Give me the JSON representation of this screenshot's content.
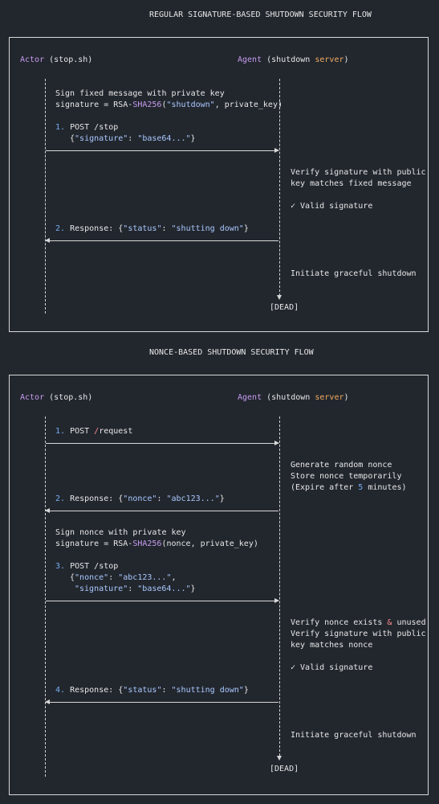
{
  "flow1": {
    "title": "REGULAR SIGNATURE-BASED SHUTDOWN SECURITY FLOW",
    "actor_name": "Actor",
    "actor_file": "(stop.sh)",
    "agent_name": "Agent",
    "agent_paren_open": "(shutdown",
    "agent_server": "server",
    "agent_paren_close": ")",
    "note_sign_l1": "Sign fixed message with private key",
    "note_sign_l2_a": "signature = RSA-",
    "note_sign_l2_b": "SHA256",
    "note_sign_l2_c": "(",
    "note_sign_l2_d": "\"shutdown\"",
    "note_sign_l2_e": ", private_key)",
    "msg1_num": "1.",
    "msg1_text": " POST /stop",
    "msg1_body_a": "{",
    "msg1_body_b": "\"signature\"",
    "msg1_body_c": ": ",
    "msg1_body_d": "\"base64...\"",
    "msg1_body_e": "}",
    "verify_l1": "Verify signature with public",
    "verify_l2": "key matches fixed message",
    "valid": "✓ Valid signature",
    "msg2_num": "2.",
    "msg2_text": " Response: {",
    "msg2_key": "\"status\"",
    "msg2_sep": ": ",
    "msg2_val": "\"shutting down\"",
    "msg2_end": "}",
    "initiate": "Initiate graceful shutdown",
    "dead": "[DEAD]"
  },
  "flow2": {
    "title": "NONCE-BASED SHUTDOWN SECURITY FLOW",
    "actor_name": "Actor",
    "actor_file": "(stop.sh)",
    "agent_name": "Agent",
    "agent_paren_open": "(shutdown",
    "agent_server": "server",
    "agent_paren_close": ")",
    "msg1_num": "1.",
    "msg1_a": " POST ",
    "msg1_b": "/",
    "msg1_c": "request",
    "gen_l1": "Generate random nonce",
    "gen_l2": "Store nonce temporarily",
    "gen_l3_a": "(Expire after ",
    "gen_l3_b": "5",
    "gen_l3_c": " minutes)",
    "msg2_num": "2.",
    "msg2_text": " Response: {",
    "msg2_key": "\"nonce\"",
    "msg2_sep": ": ",
    "msg2_val": "\"abc123...\"",
    "msg2_end": "}",
    "sign_l1": "Sign nonce with private key",
    "sign_l2_a": "signature = RSA-",
    "sign_l2_b": "SHA256",
    "sign_l2_c": "(nonce, private_key)",
    "msg3_num": "3.",
    "msg3_text": " POST /stop",
    "msg3_l2_a": "{",
    "msg3_l2_b": "\"nonce\"",
    "msg3_l2_c": ": ",
    "msg3_l2_d": "\"abc123...\"",
    "msg3_l2_e": ",",
    "msg3_l3_a": "\"signature\"",
    "msg3_l3_b": ": ",
    "msg3_l3_c": "\"base64...\"",
    "msg3_l3_d": "}",
    "verify_l1_a": "Verify nonce exists ",
    "verify_l1_b": "&",
    "verify_l1_c": " unused",
    "verify_l2": "Verify signature with public",
    "verify_l3": "key matches nonce",
    "valid": "✓ Valid signature",
    "msg4_num": "4.",
    "msg4_text": " Response: {",
    "msg4_key": "\"status\"",
    "msg4_sep": ": ",
    "msg4_val": "\"shutting down\"",
    "msg4_end": "}",
    "initiate": "Initiate graceful shutdown",
    "dead": "[DEAD]"
  }
}
